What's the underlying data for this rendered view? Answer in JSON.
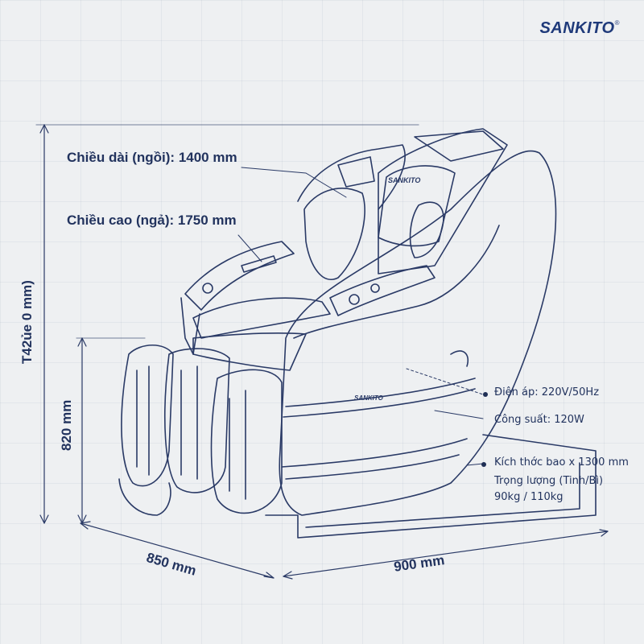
{
  "brand": {
    "logo": "SANKITO",
    "seat_logo": "SANKITO"
  },
  "dimensions": {
    "length_sitting": "Chiều dài (ngồi): 1400 mm",
    "height_reclined": "Chiều cao (ngả): 1750 mm",
    "total_height": "T42ủe 0 mm)",
    "seat_height": "820 mm",
    "width": "850 mm",
    "depth": "900 mm"
  },
  "specs": {
    "voltage": "Điện áp: 220V/50Hz",
    "power": "Công suất: 120W",
    "package_size": "Kích thớc bao x 1300 mm",
    "weight_label": "Trọng lượng (Tinh/Bì)",
    "weight_value": "90kg / 110kg"
  },
  "colors": {
    "line": "#2a3a66",
    "background": "#eef0f2",
    "text": "#22335e"
  }
}
